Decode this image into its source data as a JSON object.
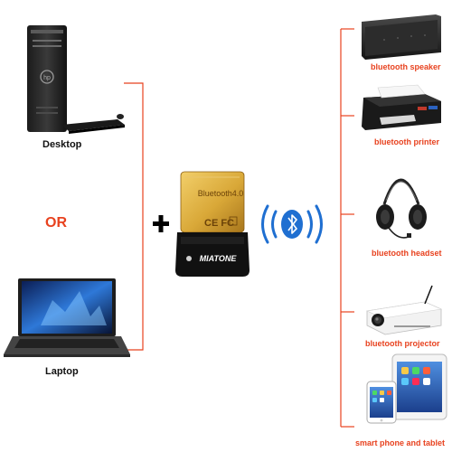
{
  "left": {
    "desktop_label": "Desktop",
    "or_label": "OR",
    "laptop_label": "Laptop"
  },
  "plus_symbol": "+",
  "adapter": {
    "chip_text": "Bluetooth4.0",
    "cert_marks": "CE FC",
    "brand": "MIATONE"
  },
  "devices": [
    {
      "label": "bluetooth speaker",
      "icon": "speaker-icon"
    },
    {
      "label": "bluetooth printer",
      "icon": "printer-icon"
    },
    {
      "label": "bluetooth headset",
      "icon": "headset-icon"
    },
    {
      "label": "bluetooth projector",
      "icon": "projector-icon"
    },
    {
      "label": "smart phone and tablet",
      "icon": "phone-tablet-icon"
    }
  ],
  "colors": {
    "accent": "#e8421f",
    "bluetooth_blue": "#1f6fd1",
    "text_dark": "#111111"
  }
}
